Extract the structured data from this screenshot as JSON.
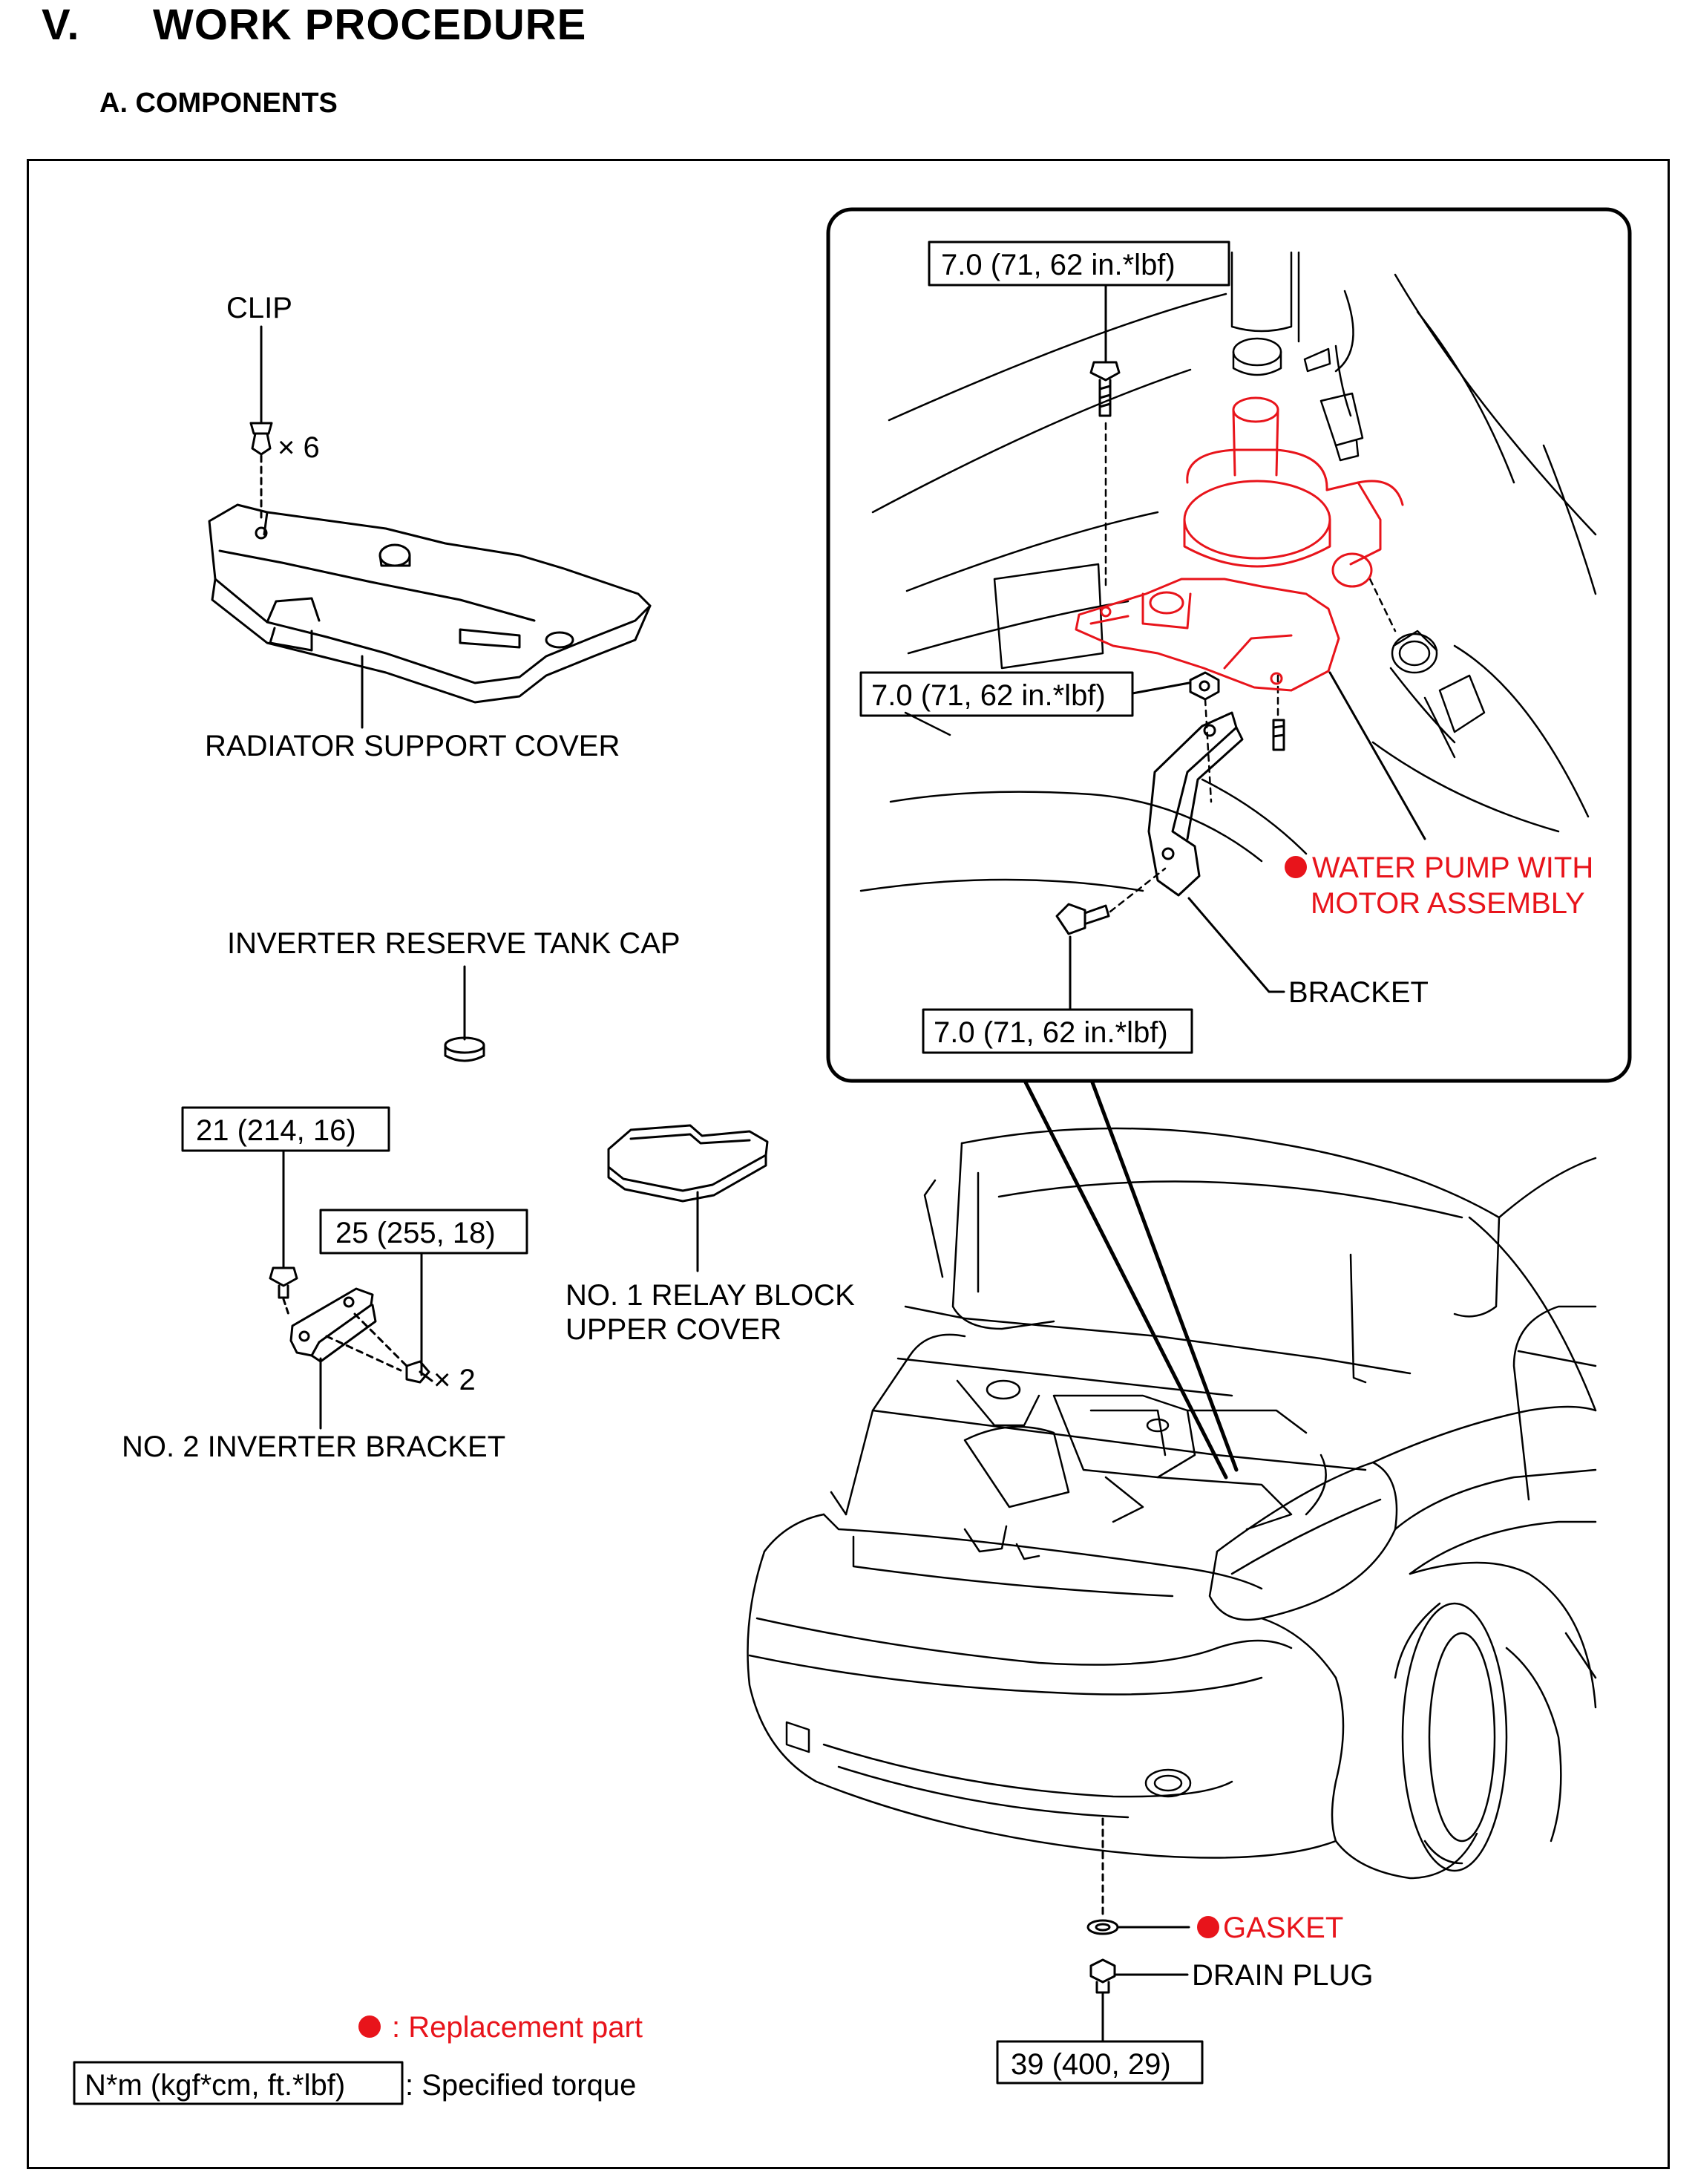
{
  "header": {
    "section_number": "V.",
    "section_title": "WORK PROCEDURE",
    "subsection": "A.  COMPONENTS"
  },
  "colors": {
    "replacement_red": "#e8141b",
    "line": "#000000"
  },
  "labels": {
    "clip": "CLIP",
    "clip_qty": "× 6",
    "radiator_support_cover": "RADIATOR SUPPORT COVER",
    "inverter_reserve_tank_cap": "INVERTER RESERVE TANK CAP",
    "torque_21": "21 (214, 16)",
    "torque_25": "25 (255, 18)",
    "bolt_qty": "× 2",
    "no2_inverter_bracket": "NO. 2 INVERTER BRACKET",
    "relay_block_line1": "NO. 1 RELAY BLOCK",
    "relay_block_line2": "UPPER COVER",
    "torque_7_top": "7.0 (71, 62 in.*lbf)",
    "torque_7_mid": "7.0 (71, 62 in.*lbf)",
    "torque_7_bottom": "7.0 (71, 62 in.*lbf)",
    "water_pump_line1": "WATER PUMP WITH",
    "water_pump_line2": "MOTOR ASSEMBLY",
    "bracket": "BRACKET",
    "gasket": "GASKET",
    "drain_plug": "DRAIN PLUG",
    "torque_39": "39 (400, 29)"
  },
  "legend": {
    "replacement_text": ": Replacement part",
    "torque_box": "N*m (kgf*cm, ft.*lbf)",
    "torque_text": ": Specified torque"
  },
  "icons": [
    "replacement-dot-icon",
    "clip-icon",
    "bolt-icon",
    "nut-icon",
    "cap-icon",
    "gasket-icon",
    "drain-plug-icon"
  ]
}
